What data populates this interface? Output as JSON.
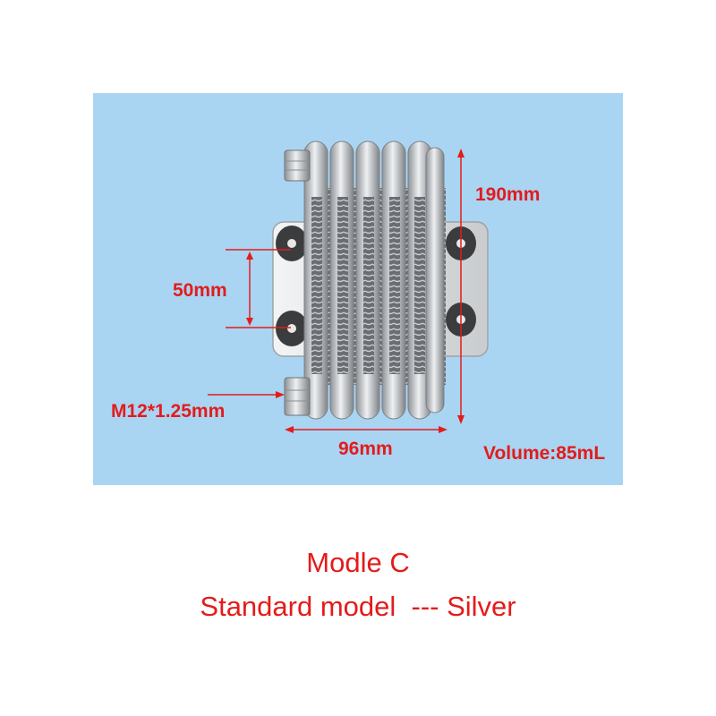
{
  "annotations": {
    "height": "190mm",
    "hole_spacing": "50mm",
    "thread": "M12*1.25mm",
    "width": "96mm",
    "volume": "Volume:85mL"
  },
  "caption": {
    "model": "Modle C",
    "variant": "Standard model  --- Silver"
  },
  "colors": {
    "panel": "#a9d5f3",
    "annotation": "#e41b1b",
    "body": "#c4c7ca",
    "fins": "#5b5f63"
  }
}
